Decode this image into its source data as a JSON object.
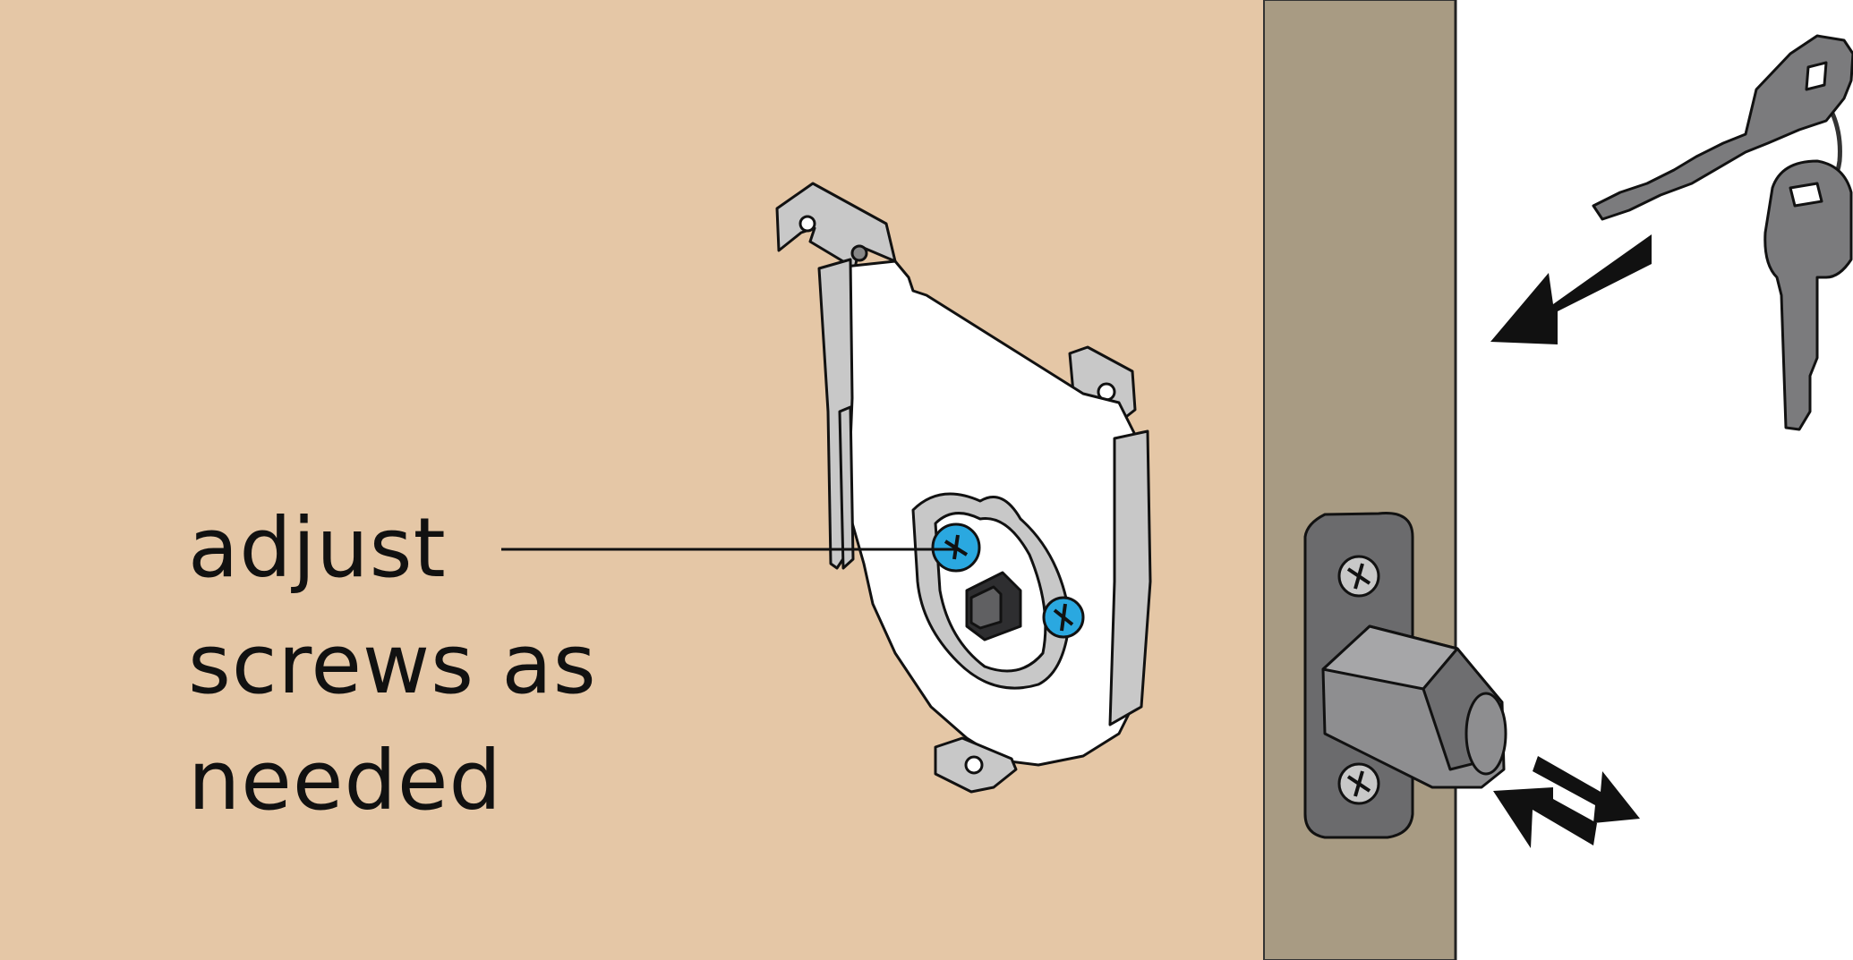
{
  "callout": {
    "lines": [
      "adjust",
      "screws as",
      "needed"
    ]
  },
  "colors": {
    "door_face": "#E5C7A6",
    "door_edge": "#A89B83",
    "frame_gap": "#FFFFFF",
    "mounting_plate": "#FFFFFF",
    "plate_tabs": "#C8C8C8",
    "adjust_screw": "#2AA8E0",
    "strike_plate": "#6B6B6D",
    "latch_bolt": "#8E8E90",
    "key": "#7B7B7D",
    "arrow": "#111111"
  },
  "icons": {
    "mounting_plate": "mounting-plate-icon",
    "adjust_screw": "adjust-screw-icon",
    "strike_plate": "strike-plate-icon",
    "latch_bolt": "latch-bolt-icon",
    "keys": "key-pair-icon",
    "insert_arrow": "insert-arrow-icon",
    "latch_motion_arrows": "latch-motion-arrows-icon"
  }
}
